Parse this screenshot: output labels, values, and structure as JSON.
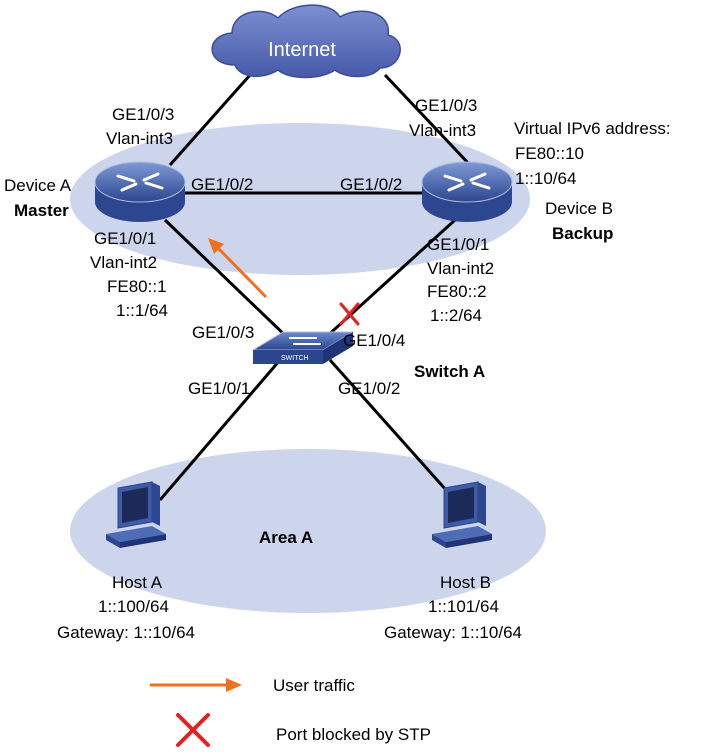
{
  "internet": {
    "label": "Internet"
  },
  "device_a": {
    "name": "Device A",
    "role": "Master",
    "uplink_port": "GE1/0/3",
    "uplink_vlan": "Vlan-int3",
    "peer_port": "GE1/0/2",
    "down_port": "GE1/0/1",
    "down_vlan": "Vlan-int2",
    "link_local": "FE80::1",
    "ipv6": "1::1/64"
  },
  "device_b": {
    "name": "Device B",
    "role": "Backup",
    "uplink_port": "GE1/0/3",
    "uplink_vlan": "Vlan-int3",
    "peer_port": "GE1/0/2",
    "down_port": "GE1/0/1",
    "down_vlan": "Vlan-int2",
    "link_local": "FE80::2",
    "ipv6": "1::2/64"
  },
  "virtual_ip": {
    "title": "Virtual IPv6 address:",
    "link_local": "FE80::10",
    "global": "1::10/64"
  },
  "switch_a": {
    "name": "Switch A",
    "badge": "SWITCH",
    "port_to_a": "GE1/0/3",
    "port_to_b": "GE1/0/4",
    "port_host_a": "GE1/0/1",
    "port_host_b": "GE1/0/2"
  },
  "area": {
    "label": "Area A"
  },
  "host_a": {
    "name": "Host A",
    "ipv6": "1::100/64",
    "gateway": "Gateway: 1::10/64"
  },
  "host_b": {
    "name": "Host B",
    "ipv6": "1::101/64",
    "gateway": "Gateway: 1::10/64"
  },
  "legend": {
    "traffic_label": "User traffic",
    "blocked_label": "Port blocked by STP"
  },
  "colors": {
    "ellipse": "#ccd5ec",
    "cloud": "#5a6cb8",
    "router": "#3d5ba6",
    "traffic_arrow": "#f07020",
    "blocked_mark": "#e62020"
  }
}
